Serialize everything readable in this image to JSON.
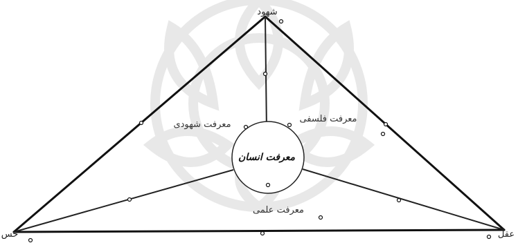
{
  "vertices": {
    "top": "شهود",
    "left": "حس",
    "right": "عقل"
  },
  "regions": {
    "left": "معرفت شهودی",
    "right": "معرفت فلسفی",
    "bottom": "معرفت علمی"
  },
  "center": "معرفت انسان"
}
